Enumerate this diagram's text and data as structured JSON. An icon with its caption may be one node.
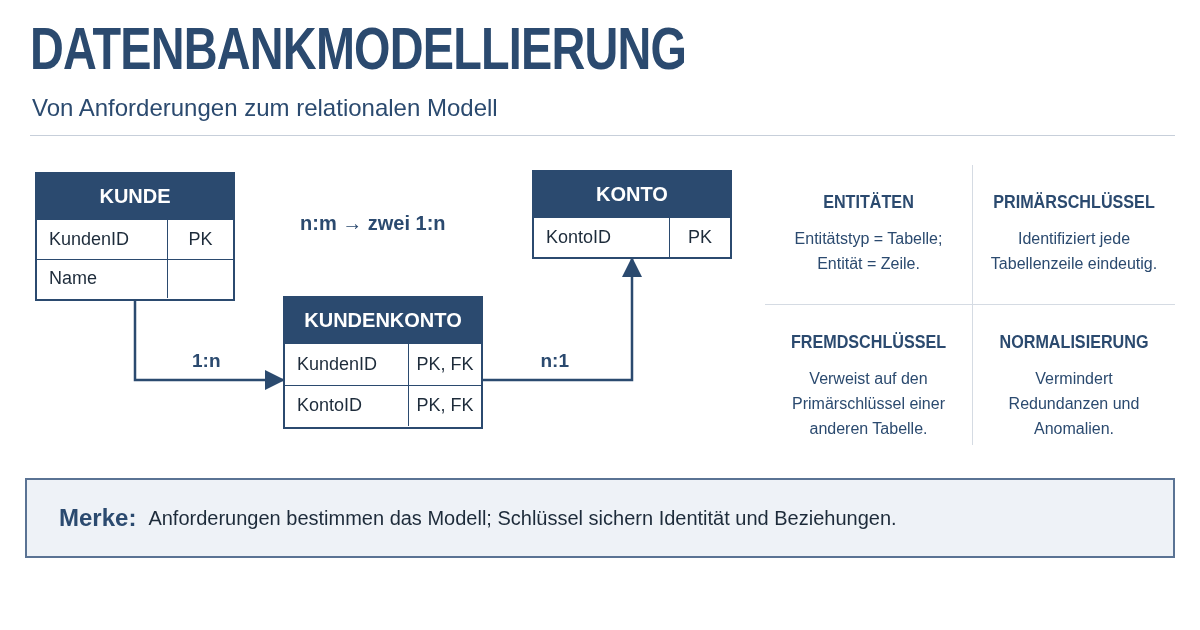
{
  "diagram": {
    "title": "DATENBANKMODELLIERUNG",
    "nodes": [
      {
        "text": [
          "KUNDE",
          "KundenID",
          "PK",
          "Name"
        ]
      },
      {
        "text": [
          "KONTO",
          "KontoID",
          "PK"
        ]
      },
      {
        "text": [
          "KUNDENKONTO",
          "KundenID",
          "PK, FK",
          "KontoID",
          "PK, FK"
        ]
      },
      {
        "text": [
          "ENTITÄTEN",
          "Entitätstyp = Tabelle; Entität = Zeile."
        ]
      },
      {
        "text": [
          "PRIMÄRSCHLÜSSEL",
          "Identifiziert jede Tabellenzeile eindeutig."
        ]
      },
      {
        "text": [
          "FREMDSCHLÜSSEL",
          "Verweist auf den Primärschlüssel einer anderen Tabelle."
        ]
      },
      {
        "text": [
          "NORMALISIERUNG",
          "Vermindert Redundanzen und Anomalien."
        ]
      },
      {
        "text": [
          "Merke:",
          "Anforderungen bestimmen das Modell; Schlüssel sichern Identität und Beziehungen."
        ]
      }
    ],
    "edges": [
      {
        "from": 0,
        "to": 2,
        "arrow": "to",
        "label": "1:n"
      },
      {
        "from": 2,
        "to": 1,
        "arrow": "to",
        "label": "n:1"
      }
    ],
    "labels": [
      "Von Anforderungen zum relationalen Modell",
      "n:m → zwei 1:n"
    ]
  }
}
